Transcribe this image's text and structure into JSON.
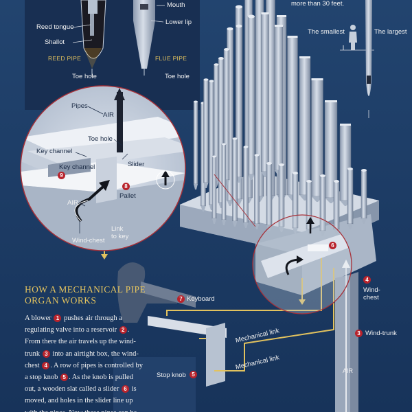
{
  "colors": {
    "background": "#1b3a66",
    "accent_gold": "#e2c25e",
    "marker_red": "#b8232c",
    "circle_outline": "#a73038",
    "pipe_light": "#c9d3e0"
  },
  "top_left_labels": {
    "reed_tongue": "Reed tongue",
    "shallot": "Shallot",
    "reed_pipe": "REED PIPE",
    "flue_pipe": "FLUE PIPE",
    "mouth": "Mouth",
    "lower_lip": "Lower lip",
    "toe_hole_reed": "Toe hole",
    "toe_hole_flue": "Toe hole"
  },
  "size_compare": {
    "note": "more than 30 feet.",
    "smallest": "The smallest",
    "largest": "The largest"
  },
  "detail_labels": {
    "pipes": "Pipes",
    "air_up": "AIR",
    "toe_hole": "Toe hole",
    "key_channel_upper": "Key channel",
    "key_channel": "Key channel",
    "key_channel_num": "9",
    "slider": "Slider",
    "pallet": "Pallet",
    "pallet_num": "8",
    "air_left": "AIR",
    "wind_chest": "Wind-chest",
    "link_to_key": "Link\nto key"
  },
  "main_labels": {
    "keyboard": "Keyboard",
    "keyboard_num": "7",
    "slider_num": "6",
    "wind_chest": "Wind-\nchest",
    "wind_chest_num": "4",
    "wind_trunk": "Wind-trunk",
    "wind_trunk_num": "3",
    "mechanical_link_1": "Mechanical link",
    "mechanical_link_2": "Mechanical link",
    "stop_knob": "Stop knob",
    "stop_knob_num": "5",
    "air_trunk": "AIR"
  },
  "how_it_works": {
    "title": "HOW A MECHANICAL PIPE ORGAN WORKS",
    "p1": "A blower",
    "n1": "1",
    "p2": "pushes air through a regulating valve into a reservoir",
    "n2": "2",
    "p3": ". From there the air travels up the wind-trunk",
    "n3": "3",
    "p4": "into an airtight box, the wind-chest",
    "n4": "4",
    "p5": ". A row of pipes is controlled by a stop knob",
    "n5": "5",
    "p6": ". As the knob is pulled out, a wooden slat called a slider",
    "n6": "6",
    "p7": "is moved, and holes in the slider line up with the pipes. Now these pipes can be played. When the"
  }
}
